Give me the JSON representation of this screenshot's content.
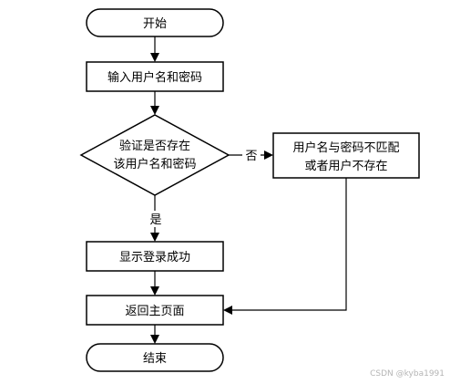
{
  "nodes": {
    "start": "开始",
    "input": "输入用户名和密码",
    "check_line1": "验证是否存在",
    "check_line2": "该用户名和密码",
    "error_line1": "用户名与密码不匹配",
    "error_line2": "或者用户不存在",
    "success": "显示登录成功",
    "return_home": "返回主页面",
    "end": "结束"
  },
  "edges": {
    "no_label": "否",
    "yes_label": "是"
  },
  "watermark": "CSDN @kyba1991"
}
